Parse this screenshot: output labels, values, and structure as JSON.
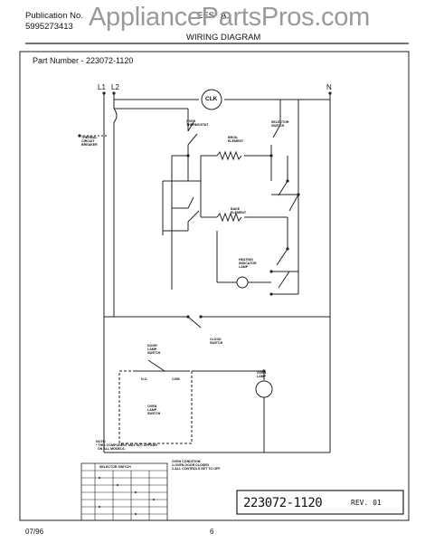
{
  "watermark": "AppliancePartsPros.com",
  "header": {
    "publication_label": "Publication No.",
    "publication_number": "5995273413",
    "model_fragment": "EES",
    "model_suffix": "A",
    "section_title": "WIRING DIAGRAM"
  },
  "part_number_line": "Part Number - 223072-1120",
  "lines": {
    "l1": "L1",
    "l2": "L2",
    "n": "N"
  },
  "clock_symbol": "CLK",
  "labels": {
    "oven_thermostat": "OVEN\nTHERMOSTAT",
    "thermal_breaker": "THERMAL\nCIRCUIT\nBREAKER",
    "selector_switch": "SELECTOR\nSWITCH",
    "broil_element": "BROIL\nELEMENT",
    "bake_element": "BAKE\nELEMENT",
    "heating_lamp": "HEATING\nINDICATOR\nLAMP",
    "clock_switch": "CLOCK\nSWITCH",
    "door_lamp_switch": "DOOR\nLAMP\nSWITCH",
    "oven_lamp_switch": "OVEN\nLAMP\nSWITCH",
    "oven_lamp": "OVEN\nLAMP",
    "no": "N.O.",
    "com": "COM."
  },
  "note": "NOTE:\n* THIS COMPONENT MAY NOT APPEAR\n  ON ALL MODELS.",
  "oven_condition": "OVEN CONDITION:\n1-OVEN DOOR CLOSED\n2-ALL CONTROLS SET TO OFF.",
  "table_title": "SELECTOR SWITCH",
  "diagram_number": "223072-1120",
  "revision": "REV. 01",
  "footer": {
    "date": "07/96",
    "page": "6"
  }
}
